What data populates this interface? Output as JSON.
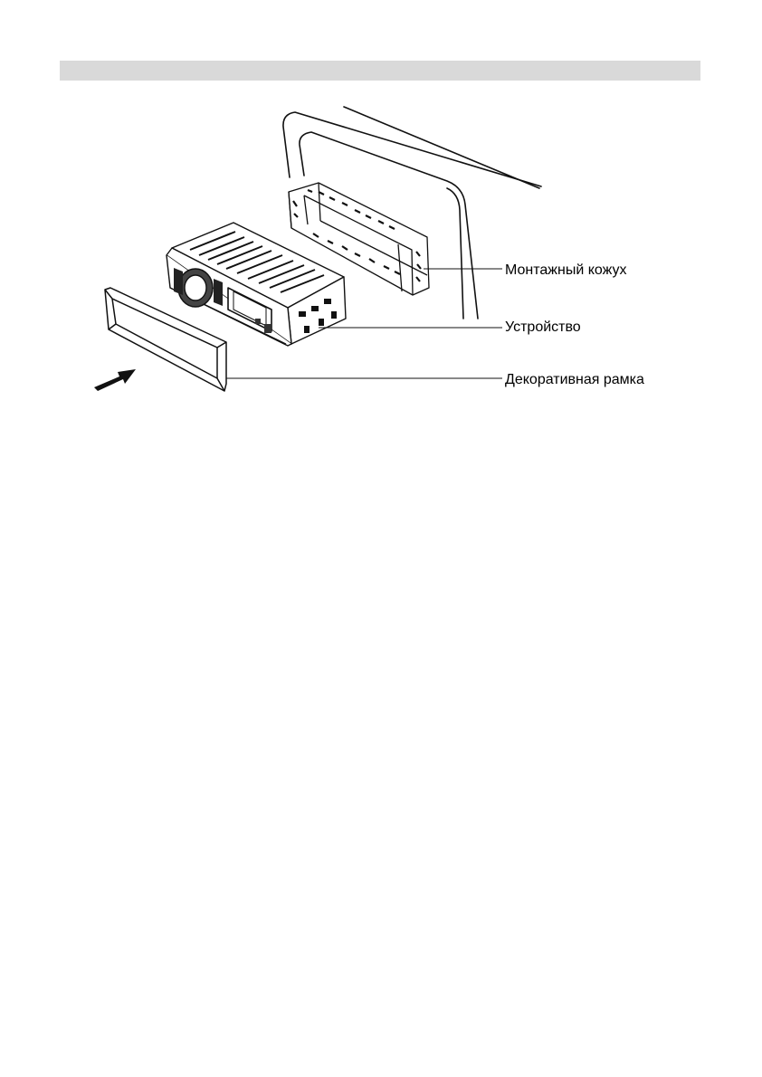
{
  "labels": {
    "mounting_sleeve": "Монтажный кожух",
    "unit": "Устройство",
    "trim_frame": "Декоративная рамка"
  },
  "colors": {
    "header_bar": "#d9d9d9",
    "line": "#111111"
  },
  "icons": [
    "insertion-arrow-icon"
  ]
}
